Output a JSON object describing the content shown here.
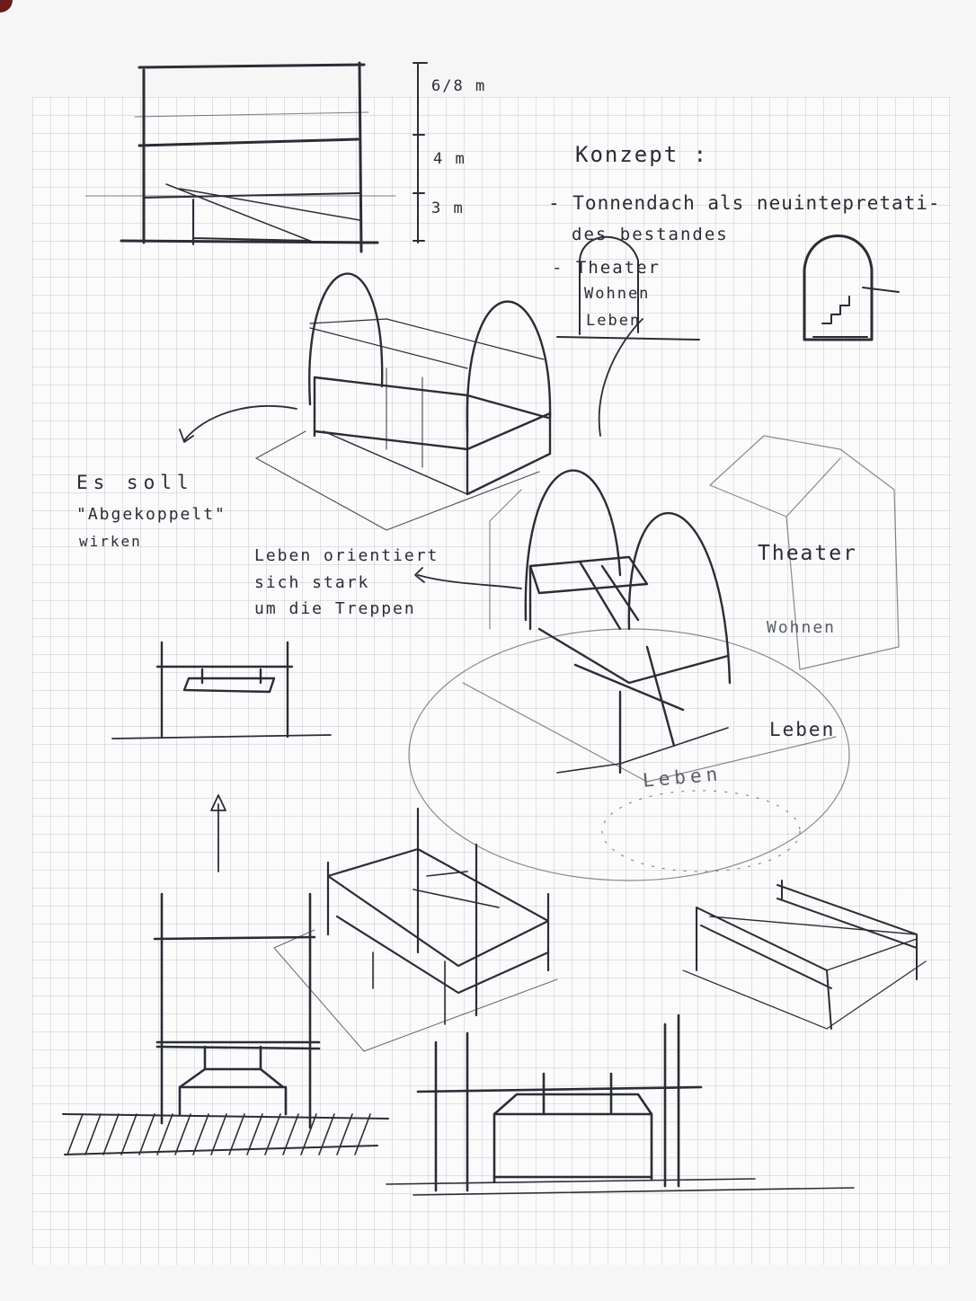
{
  "scale": {
    "top": "6/8 m",
    "middle": "4 m",
    "bottom": "3 m"
  },
  "concept": {
    "heading": "Konzept :",
    "item1_line1": "- Tonnendach als neuintepretati-",
    "item1_line2": "des bestandes",
    "item2_line1": "- Theater",
    "item2_line2": "Wohnen",
    "item2_line3": "Leben"
  },
  "notes": {
    "abgekoppelt_line1": "Es soll",
    "abgekoppelt_line2": "\"Abgekoppelt\"",
    "abgekoppelt_line3": "wirken",
    "treppen_line1": "Leben orientiert",
    "treppen_line2": "sich stark",
    "treppen_line3": "um die Treppen"
  },
  "labels": {
    "theater": "Theater",
    "wohnen": "Wohnen",
    "leben": "Leben",
    "leben_ground": "Leben"
  },
  "colors": {
    "ink": "#2b2d36",
    "grid": "#a0a8b5",
    "paper": "#fbfbfb"
  }
}
